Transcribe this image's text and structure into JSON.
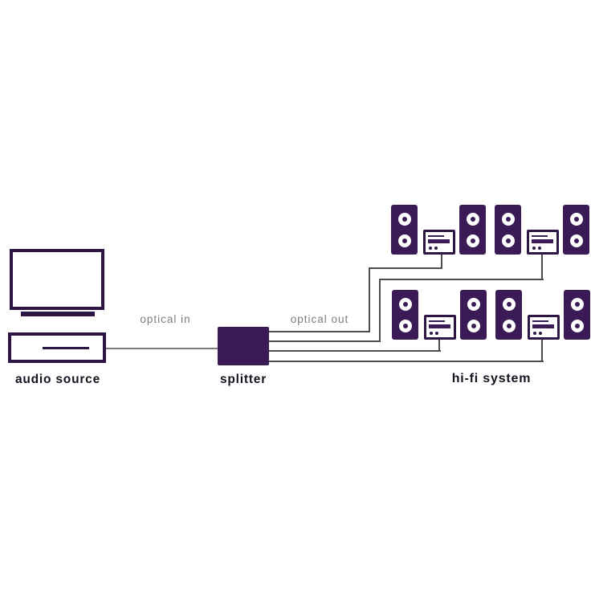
{
  "diagram": {
    "labels": {
      "audio_source": "audio source",
      "optical_in": "optical in",
      "optical_out": "optical out",
      "splitter": "splitter",
      "hifi_system": "hi-fi system"
    },
    "colors": {
      "purple": "#3b1b55",
      "outline": "#2d1544",
      "label_text": "#19101f",
      "gray_text": "#7d7d7d",
      "input_line": "#7c7c7c",
      "output_line": "#4c4c4c",
      "background": "#ffffff"
    },
    "nodes": [
      {
        "id": "audio-source",
        "label": "audio source",
        "type": "source",
        "parts": [
          "monitor",
          "media player"
        ]
      },
      {
        "id": "splitter",
        "label": "splitter",
        "type": "optical splitter",
        "inputs": 1,
        "outputs": 4
      },
      {
        "id": "hi-fi-system",
        "label": "hi-fi system",
        "type": "output group",
        "unit_count": 4,
        "unit_components": [
          "speaker",
          "receiver",
          "speaker"
        ]
      }
    ],
    "connections": [
      {
        "from": "audio-source",
        "to": "splitter",
        "label": "optical in"
      },
      {
        "from": "splitter",
        "to": "hi-fi unit top-left",
        "label": "optical out"
      },
      {
        "from": "splitter",
        "to": "hi-fi unit top-right",
        "label": "optical out"
      },
      {
        "from": "splitter",
        "to": "hi-fi unit bottom-left",
        "label": "optical out"
      },
      {
        "from": "splitter",
        "to": "hi-fi unit bottom-right",
        "label": "optical out"
      }
    ]
  }
}
